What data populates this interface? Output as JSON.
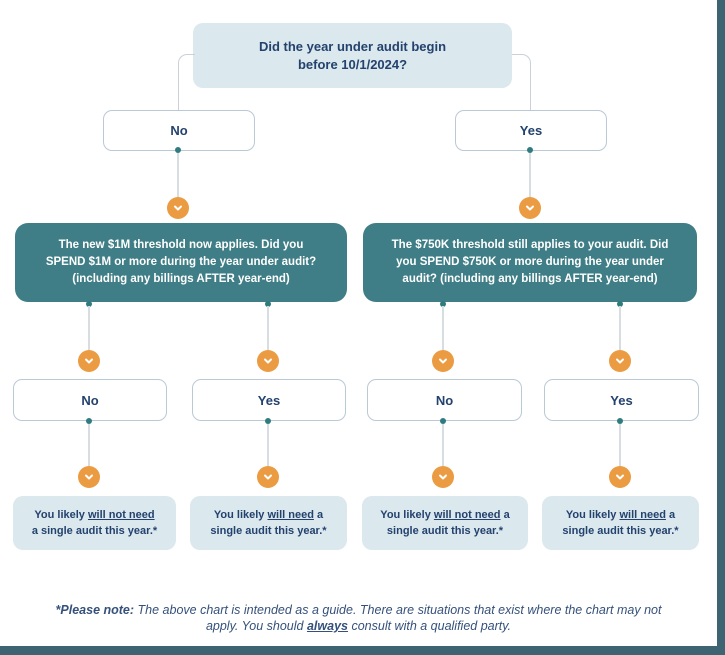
{
  "colors": {
    "teal_box": "#3f7e86",
    "light_box": "#dbe8ed",
    "navy_text": "#24426e",
    "orange_chevron": "#eb9b42",
    "frame_border": "#3d6470",
    "connector_line": "#c9d2d8",
    "connector_dot": "#2e7c80"
  },
  "root": {
    "lines": [
      "Did the year under audit begin",
      "before 10/1/2024?"
    ]
  },
  "branches": [
    {
      "answer": "No",
      "followup_lines": [
        "The new $1M threshold now applies. Did you",
        "SPEND $1M or more during the year under audit?",
        "(including any billings AFTER year-end)"
      ]
    },
    {
      "answer": "Yes",
      "followup_lines": [
        "The $750K threshold still applies to your audit. Did",
        "you SPEND $750K or more during the year under",
        "audit? (including any billings AFTER year-end)"
      ]
    }
  ],
  "leaves": [
    {
      "answer": "No",
      "result_line1": {
        "before": "You likely ",
        "underline": "will not need",
        "after": ""
      },
      "result_line2": "a single audit this year.*"
    },
    {
      "answer": "Yes",
      "result_line1": {
        "before": "You likely ",
        "underline": "will need",
        "after": " a"
      },
      "result_line2": "single audit this year.*"
    },
    {
      "answer": "No",
      "result_line1": {
        "before": "You likely ",
        "underline": "will not need",
        "after": " a"
      },
      "result_line2": "single audit this year.*"
    },
    {
      "answer": "Yes",
      "result_line1": {
        "before": "You likely ",
        "underline": "will need",
        "after": " a"
      },
      "result_line2": "single audit this year.*"
    }
  ],
  "footnote": {
    "line1_label": "*Please note:",
    "line1_rest": " The above chart is intended as a guide. There are situations that exist where the chart may not",
    "line2_before": "apply. You should ",
    "line2_emphasis": "always",
    "line2_after": " consult with a qualified party."
  },
  "icons": {
    "chevron_down": "chevron-down"
  }
}
